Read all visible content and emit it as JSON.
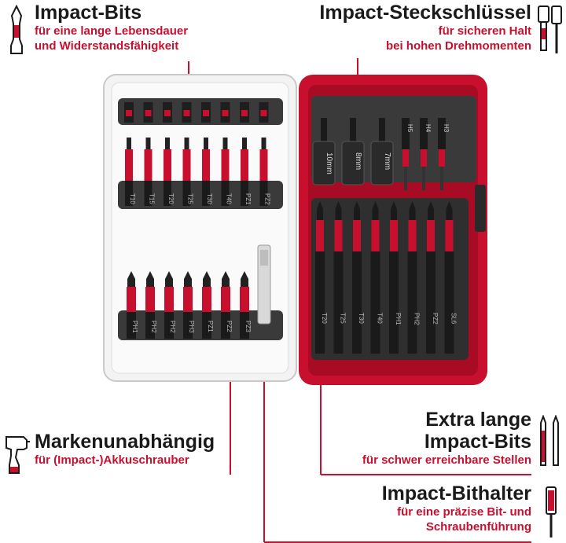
{
  "labels": {
    "impact_bits": {
      "title": "Impact-Bits",
      "sub_1": "für eine lange Lebensdauer",
      "sub_2": "und Widerstandsfähigkeit"
    },
    "impact_socket": {
      "title": "Impact-Steckschlüssel",
      "sub_1": "für sicheren Halt",
      "sub_2": "bei hohen Drehmomenten"
    },
    "brand_independent": {
      "title": "Markenunabhängig",
      "sub_1": "für (Impact-)Akkuschrauber"
    },
    "extra_long": {
      "title_1": "Extra lange",
      "title_2": "Impact-Bits",
      "sub_1": "für schwer erreichbare Stellen"
    },
    "bit_holder": {
      "title": "Impact-Bithalter",
      "sub_1": "für eine präzise Bit- und",
      "sub_2": "Schraubenführung"
    }
  },
  "case": {
    "left_top_row": [
      "T10",
      "T15",
      "T20",
      "T25",
      "T30",
      "T40",
      "PZ1",
      "PZ2"
    ],
    "left_bottom_row": [
      "PH1",
      "PH2",
      "PH2",
      "PH3",
      "PZ1",
      "PZ2",
      "PZ3"
    ],
    "sockets": [
      "10mm",
      "8mm",
      "7mm"
    ],
    "hex_bits": [
      "H5",
      "H4",
      "H3"
    ],
    "long_bits": [
      "T20",
      "T25",
      "T30",
      "T40",
      "PH1",
      "PH2",
      "PZ2",
      "SL6"
    ]
  },
  "colors": {
    "accent": "#c8102e",
    "dark": "#1a1a1a",
    "tray": "#3a3a3a"
  },
  "icons": [
    "bit-icon",
    "socket-icon",
    "drill-icon",
    "long-bit-icon",
    "bit-holder-icon"
  ]
}
